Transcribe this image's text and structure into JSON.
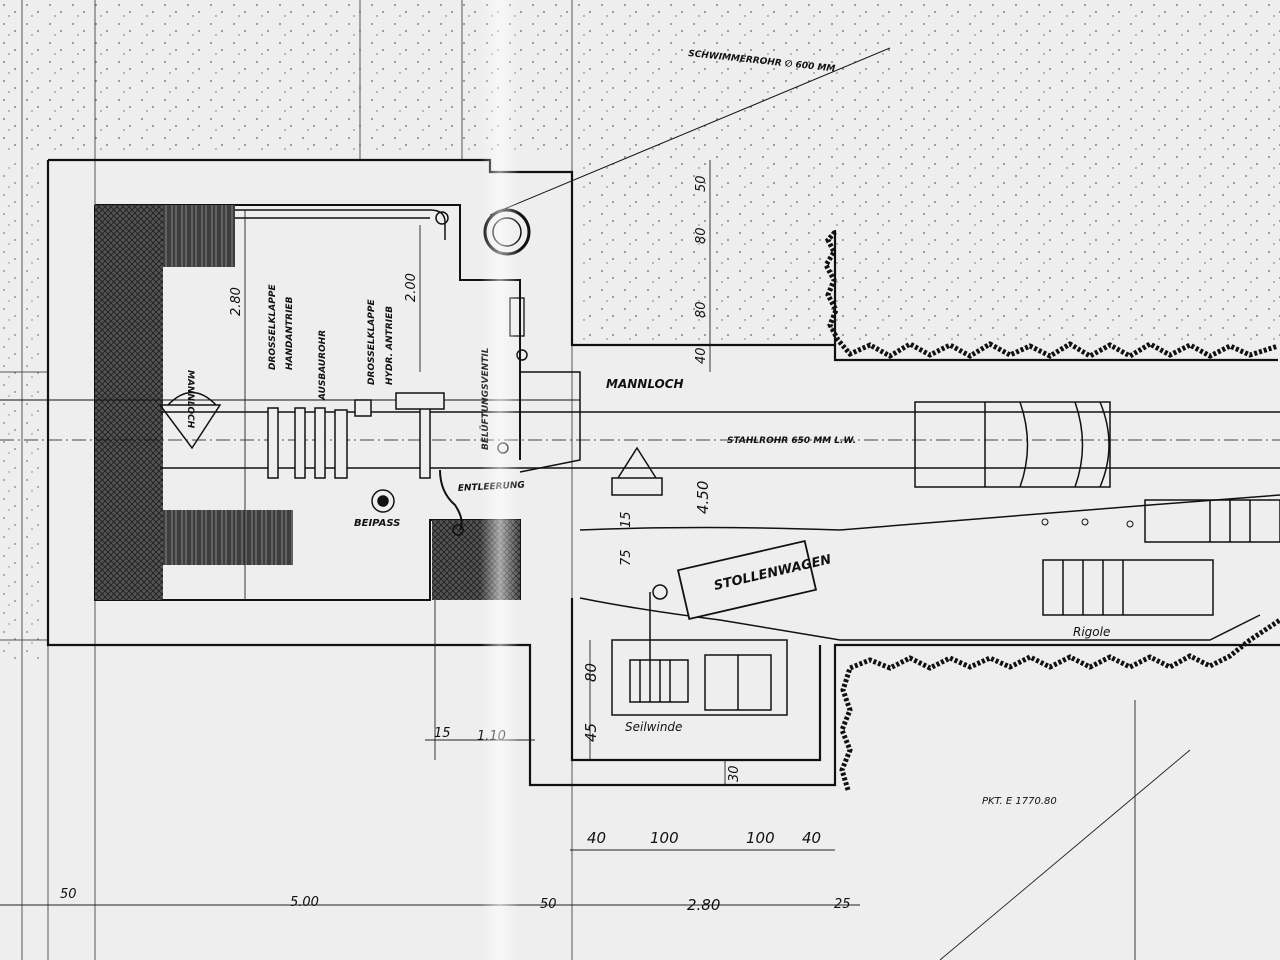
{
  "labels": {
    "float_pipe": "SCHWIMMERROHR ∅ 600 MM",
    "manhole_left": "MANNLOCH",
    "throttle_manual_1": "DROSSELKLAPPE",
    "throttle_manual_2": "HANDANTRIEB",
    "removal_pipe": "AUSBAUROHR",
    "throttle_hydr_1": "DROSSELKLAPPE",
    "throttle_hydr_2": "HYDR. ANTRIEB",
    "aeration_valve": "BELÜFTUNGSVENTIL",
    "manhole_right": "MANNLOCH",
    "steel_pipe": "STAHLROHR 650 MM L.W.",
    "drain": "ENTLEERUNG",
    "bypass": "BEIPASS",
    "tunnel_cart": "STOLLENWAGEN",
    "winch": "Seilwinde",
    "trench": "Rigole",
    "point": "PKT. E 1770.80"
  },
  "dimensions": {
    "right_50": "50",
    "right_80a": "80",
    "right_80b": "80",
    "right_40": "40",
    "chamber_height": "2.80",
    "inner_height": "2.00",
    "pipe_450": "4.50",
    "d15": "15",
    "d75": "75",
    "winch_80": "80",
    "winch_45": "45",
    "winch_30": "30",
    "left_15": "15",
    "width_110": "1.10",
    "b40a": "40",
    "b100a": "100",
    "b100b": "100",
    "b40b": "40",
    "bot_50a": "50",
    "bot_500": "5.00",
    "bot_50b": "50",
    "bot_280": "2.80",
    "bot_25": "25"
  }
}
